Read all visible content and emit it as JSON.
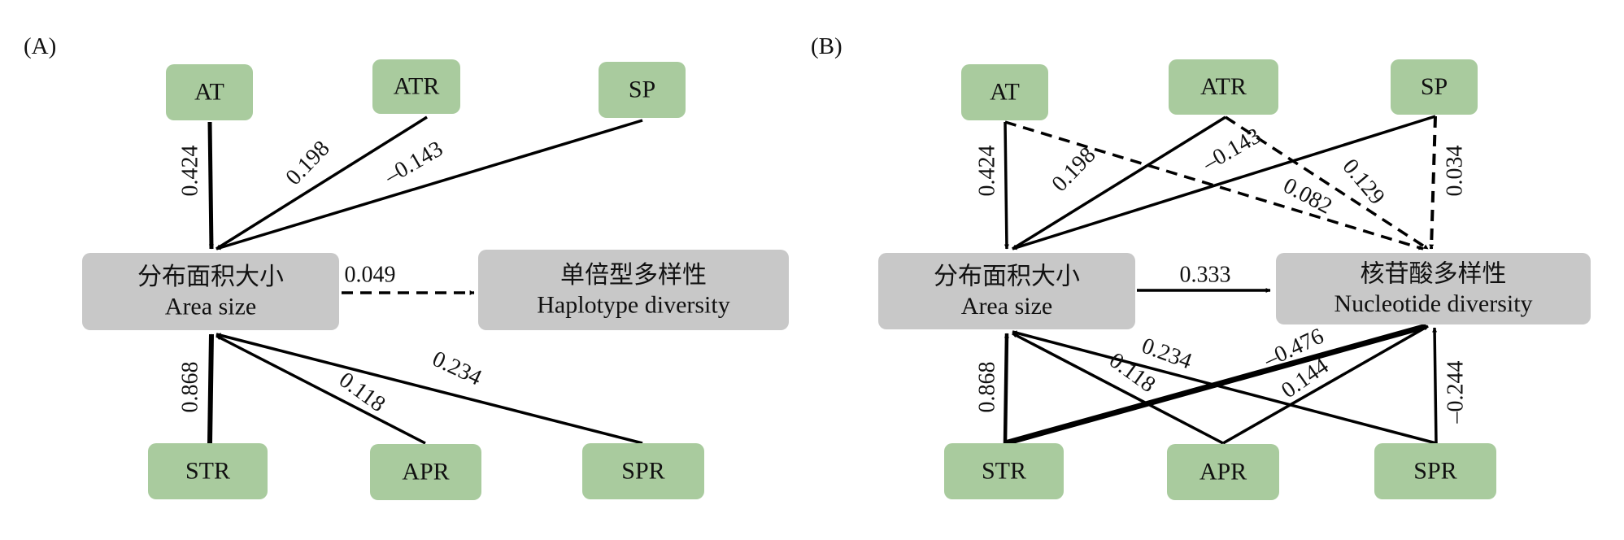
{
  "panels": [
    {
      "label": "(A)",
      "nodes": {
        "AT": {
          "text": "AT",
          "type": "predictor"
        },
        "ATR": {
          "text": "ATR",
          "type": "predictor"
        },
        "SP": {
          "text": "SP",
          "type": "predictor"
        },
        "AREA": {
          "text_cn": "分布面积大小",
          "text_en": "Area size",
          "type": "mediator"
        },
        "OUT": {
          "text_cn": "单倍型多样性",
          "text_en": "Haplotype diversity",
          "type": "outcome"
        },
        "STR": {
          "text": "STR",
          "type": "predictor"
        },
        "APR": {
          "text": "APR",
          "type": "predictor"
        },
        "SPR": {
          "text": "SPR",
          "type": "predictor"
        }
      },
      "edges": [
        {
          "from": "AT",
          "to": "AREA",
          "value": "0.424",
          "significant": true
        },
        {
          "from": "ATR",
          "to": "AREA",
          "value": "0.198",
          "significant": true
        },
        {
          "from": "SP",
          "to": "AREA",
          "value": "–0.143",
          "significant": true
        },
        {
          "from": "AREA",
          "to": "OUT",
          "value": "0.049",
          "significant": false
        },
        {
          "from": "STR",
          "to": "AREA",
          "value": "0.868",
          "significant": true
        },
        {
          "from": "APR",
          "to": "AREA",
          "value": "0.118",
          "significant": true
        },
        {
          "from": "SPR",
          "to": "AREA",
          "value": "0.234",
          "significant": true
        }
      ]
    },
    {
      "label": "(B)",
      "nodes": {
        "AT": {
          "text": "AT",
          "type": "predictor"
        },
        "ATR": {
          "text": "ATR",
          "type": "predictor"
        },
        "SP": {
          "text": "SP",
          "type": "predictor"
        },
        "AREA": {
          "text_cn": "分布面积大小",
          "text_en": "Area size",
          "type": "mediator"
        },
        "OUT": {
          "text_cn": "核苷酸多样性",
          "text_en": "Nucleotide diversity",
          "type": "outcome"
        },
        "STR": {
          "text": "STR",
          "type": "predictor"
        },
        "APR": {
          "text": "APR",
          "type": "predictor"
        },
        "SPR": {
          "text": "SPR",
          "type": "predictor"
        }
      },
      "edges": [
        {
          "from": "AT",
          "to": "AREA",
          "value": "0.424",
          "significant": true
        },
        {
          "from": "ATR",
          "to": "AREA",
          "value": "0.198",
          "significant": true
        },
        {
          "from": "SP",
          "to": "AREA",
          "value": "–0.143",
          "significant": true
        },
        {
          "from": "AT",
          "to": "OUT",
          "value": "0.082",
          "significant": false
        },
        {
          "from": "ATR",
          "to": "OUT",
          "value": "0.129",
          "significant": false
        },
        {
          "from": "SP",
          "to": "OUT",
          "value": "0.034",
          "significant": false
        },
        {
          "from": "AREA",
          "to": "OUT",
          "value": "0.333",
          "significant": true
        },
        {
          "from": "STR",
          "to": "AREA",
          "value": "0.868",
          "significant": true
        },
        {
          "from": "APR",
          "to": "AREA",
          "value": "0.118",
          "significant": true
        },
        {
          "from": "SPR",
          "to": "AREA",
          "value": "0.234",
          "significant": true
        },
        {
          "from": "STR",
          "to": "OUT",
          "value": "–0.476",
          "significant": true
        },
        {
          "from": "APR",
          "to": "OUT",
          "value": "0.144",
          "significant": true
        },
        {
          "from": "SPR",
          "to": "OUT",
          "value": "–0.244",
          "significant": true
        }
      ]
    }
  ],
  "colors": {
    "predictor": "#a9cb9e",
    "mediator": "#c8c8c8",
    "outcome": "#c8c8c8",
    "edge": "#000000"
  }
}
